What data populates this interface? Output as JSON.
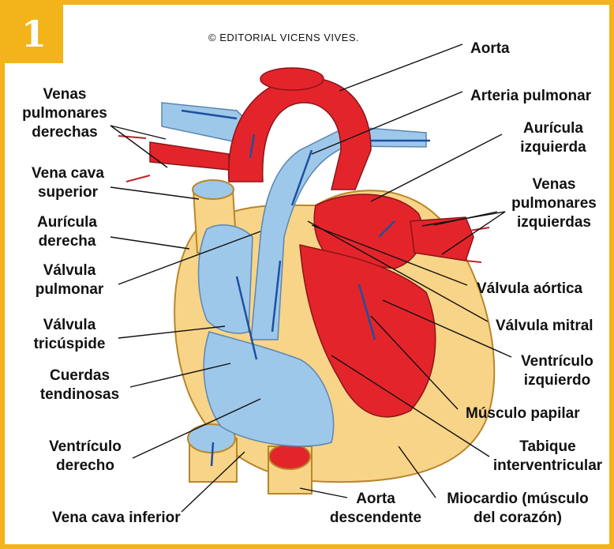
{
  "badge": {
    "number": "1"
  },
  "copyright": "© EDITORIAL VICENS VIVES.",
  "labels": {
    "aorta": "Aorta",
    "arteria_pulmonar": "Arteria pulmonar",
    "auricula_izquierda": "Aurícula\nizquierda",
    "venas_pulmonares_izquierdas": "Venas\npulmonares\nizquierdas",
    "valvula_aortica": "Válvula aórtica",
    "valvula_mitral": "Válvula mitral",
    "ventriculo_izquierdo": "Ventrículo\nizquierdo",
    "musculo_papilar": "Músculo papilar",
    "tabique_interventricular": "Tabique\ninterventricular",
    "miocardio": "Miocardio (músculo\ndel corazón)",
    "aorta_descendente": "Aorta\ndescendente",
    "vena_cava_inferior": "Vena cava inferior",
    "ventriculo_derecho": "Ventrículo\nderecho",
    "cuerdas_tendinosas": "Cuerdas\ntendinosas",
    "valvula_tricuspide": "Válvula\ntricúspide",
    "valvula_pulmonar": "Válvula\npulmonar",
    "auricula_derecha": "Aurícula\nderecha",
    "vena_cava_superior": "Vena cava\nsuperior",
    "venas_pulmonares_derechas": "Venas\npulmonares\nderechas"
  },
  "colors": {
    "frame": "#f2b31b",
    "oxygenated_blood": "#e3252b",
    "deoxygenated_blood": "#9ec8ea",
    "heart_wall": "#f8d488",
    "flow_arrow": "#1f4fa0"
  }
}
